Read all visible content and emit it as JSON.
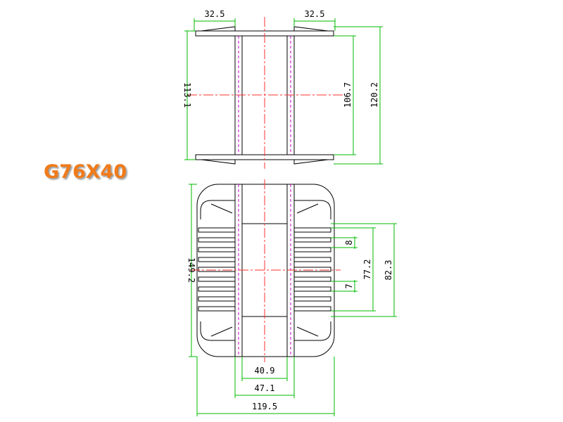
{
  "title": "G76X40",
  "colors": {
    "outline": "#000000",
    "dimension": "#00bb00",
    "centerline": "#ff3030",
    "hidden": "#cc00cc",
    "title": "#f07b1a"
  },
  "dims": {
    "top_flange_left": "32.5",
    "top_flange_right": "32.5",
    "top_inner_height": "106.7",
    "top_outer_height": "120.2",
    "top_left_height": "113.1",
    "bottom_height": "149.2",
    "slot_pitch": "8",
    "slot_width": "7",
    "inner_span": "77.2",
    "outer_span": "82.3",
    "core_width_inner": "40.9",
    "core_width_outer": "47.1",
    "overall_width": "119.5"
  }
}
